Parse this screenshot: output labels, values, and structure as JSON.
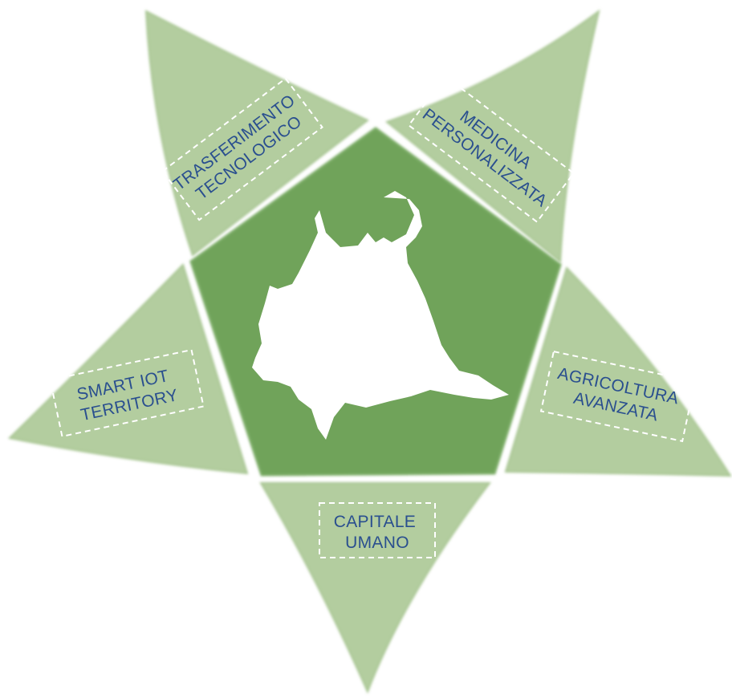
{
  "colors": {
    "background": "#ffffff",
    "petal": "#b3cd9f",
    "petal_edge": "#a6c490",
    "pentagon": "#6fa35a",
    "pentagon_inner": "#79ab63",
    "region": "#ffffff",
    "label_text": "#2a4f8f",
    "label_border": "#ffffff"
  },
  "petals": [
    {
      "id": "trasferimento",
      "lines": [
        "TRASFERIMENTO",
        "TECNOLOGICO"
      ]
    },
    {
      "id": "medicina",
      "lines": [
        "MEDICINA",
        "PERSONALIZZATA"
      ]
    },
    {
      "id": "agricoltura",
      "lines": [
        "AGRICOLTURA",
        "AVANZATA"
      ]
    },
    {
      "id": "capitale",
      "lines": [
        "CAPITALE",
        "UMANO"
      ]
    },
    {
      "id": "smart-iot",
      "lines": [
        "SMART IOT",
        "TERRITORY"
      ]
    }
  ]
}
